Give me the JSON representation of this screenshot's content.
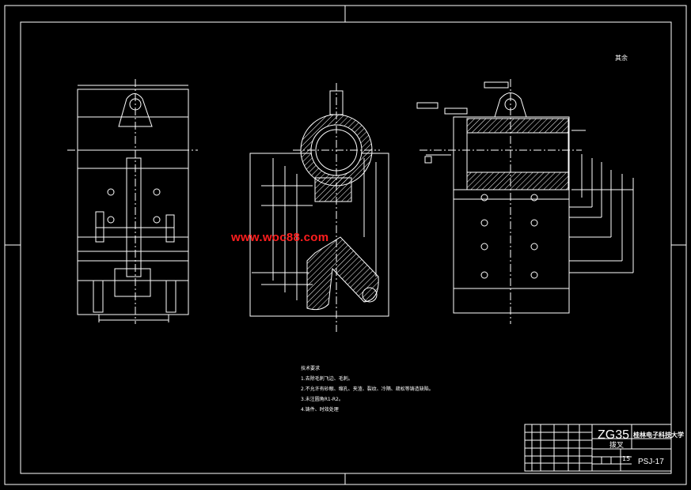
{
  "drawing": {
    "watermark": "www.woc88.com",
    "material": "ZG35",
    "university": "桂林电子科技大学",
    "part_name": "拨叉",
    "drawing_number": "PSJ-17",
    "scale_cell": "15",
    "roughness_note": "其余",
    "tech_notes": {
      "title": "技术要求",
      "items": [
        "1.去除毛刺飞边、毛刺。",
        "2.不允许有砂眼、缩孔、夹渣、裂纹、冷隔、疏松等铸造缺陷。",
        "3.未注圆角R1-R2。",
        "4.铸件、时效处理"
      ]
    }
  },
  "colors": {
    "background": "#000000",
    "lines": "#ffffff",
    "watermark": "#ff1e1e"
  }
}
